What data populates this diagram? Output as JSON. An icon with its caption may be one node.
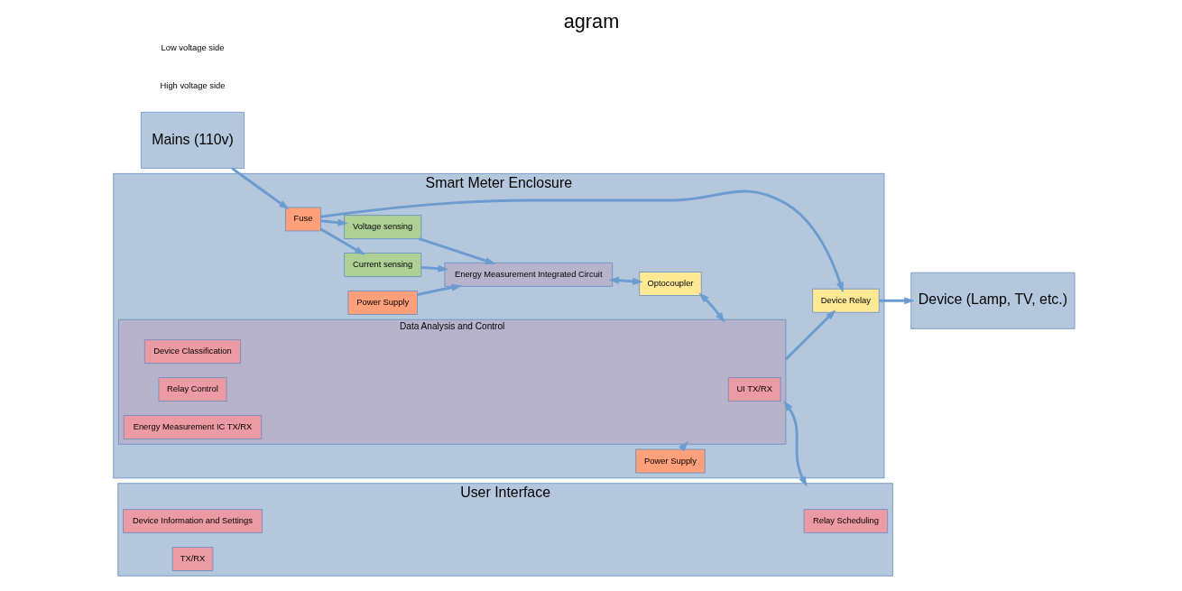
{
  "diagram": {
    "title": "agram",
    "nodes": [
      {
        "text": [
          "Mains (110v)"
        ]
      },
      {
        "text": [
          "Device (Lamp, TV, etc.)"
        ]
      },
      {
        "text": [
          "Smart Meter Enclosure"
        ]
      },
      {
        "text": [
          "Fuse"
        ],
        "in": 2
      },
      {
        "text": [
          "Current sensing"
        ],
        "in": 2
      },
      {
        "text": [
          "Voltage sensing"
        ],
        "in": 2
      },
      {
        "text": [
          "Energy Measurement Integrated Circuit"
        ],
        "in": 2
      },
      {
        "text": [
          "Optocoupler"
        ],
        "in": 2
      },
      {
        "text": [
          "Power Supply"
        ],
        "in": 2
      },
      {
        "text": [
          "Power Supply"
        ],
        "in": 2
      },
      {
        "text": [
          "Data Analysis and Control"
        ],
        "in": 2
      },
      {
        "text": [
          "UI TX/RX"
        ],
        "in": 10
      },
      {
        "text": [
          "Device Classification"
        ],
        "in": 10
      },
      {
        "text": [
          "Relay Control"
        ],
        "in": 10
      },
      {
        "text": [
          "Energy Measurement IC TX/RX"
        ],
        "in": 10
      },
      {
        "text": [
          "Device Relay"
        ],
        "in": 2
      },
      {
        "text": [
          "User Interface"
        ]
      },
      {
        "text": [
          "Relay Scheduling"
        ],
        "in": 16
      },
      {
        "text": [
          "Device Information and Settings"
        ],
        "in": 16
      },
      {
        "text": [
          "TX/RX"
        ],
        "in": 16
      }
    ],
    "edges": [
      {
        "from": 0,
        "to": 3,
        "arrow": "to"
      },
      {
        "from": 3,
        "to": 4,
        "arrow": "to"
      },
      {
        "from": 3,
        "to": 5,
        "arrow": "to"
      },
      {
        "from": 3,
        "to": 15,
        "arrow": "to"
      },
      {
        "from": 4,
        "to": 6,
        "arrow": "to"
      },
      {
        "from": 5,
        "to": 6,
        "arrow": "to"
      },
      {
        "from": 8,
        "to": 6,
        "arrow": "to"
      },
      {
        "from": 6,
        "to": 7,
        "arrow": "both"
      },
      {
        "from": 7,
        "to": 10,
        "arrow": "both"
      },
      {
        "from": 9,
        "to": 10,
        "arrow": "to"
      },
      {
        "from": 10,
        "to": 15,
        "arrow": "to"
      },
      {
        "from": 15,
        "to": 1,
        "arrow": "to"
      },
      {
        "from": 10,
        "to": 16,
        "arrow": "both"
      }
    ],
    "labels": [
      "High voltage side",
      "Low voltage side"
    ]
  }
}
